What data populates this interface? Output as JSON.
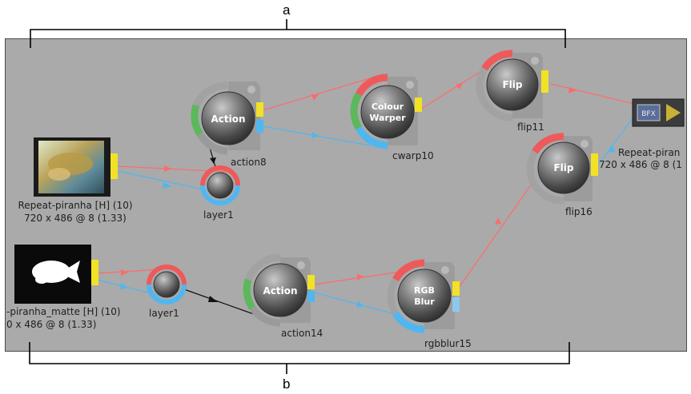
{
  "callouts": {
    "top": "a",
    "bottom": "b"
  },
  "nodes": {
    "clip1": {
      "name": "Repeat-piranha [H] (10)",
      "res": "720 x 486 @ 8 (1.33)"
    },
    "clip2": {
      "name": "-piranha_matte [H] (10)",
      "res": "0 x 486 @ 8 (1.33)"
    },
    "action8": {
      "title": "Action",
      "label": "action8"
    },
    "layer1_top": {
      "label": "layer1"
    },
    "cwarp10": {
      "title_line1": "Colour",
      "title_line2": "Warper",
      "label": "cwarp10"
    },
    "flip11": {
      "title": "Flip",
      "label": "flip11"
    },
    "flip16": {
      "title": "Flip",
      "label": "flip16"
    },
    "output": {
      "badge": "BFX",
      "name": "Repeat-piran",
      "res": "720 x 486 @ 8 (1"
    },
    "layer1_bottom": {
      "label": "layer1"
    },
    "action14": {
      "title": "Action",
      "label": "action14"
    },
    "rgbblur15": {
      "title_line1": "RGB",
      "title_line2": "Blur",
      "label": "rgbblur15"
    }
  },
  "colors": {
    "panel": "#aaaaaa",
    "red_link": "#ff6b6b",
    "blue_link": "#4fb7f0",
    "black_link": "#111111",
    "port_red": "#ee5a5a",
    "port_green": "#5bb85b",
    "port_yellow": "#f2e226",
    "port_blue": "#4fb7f0"
  }
}
